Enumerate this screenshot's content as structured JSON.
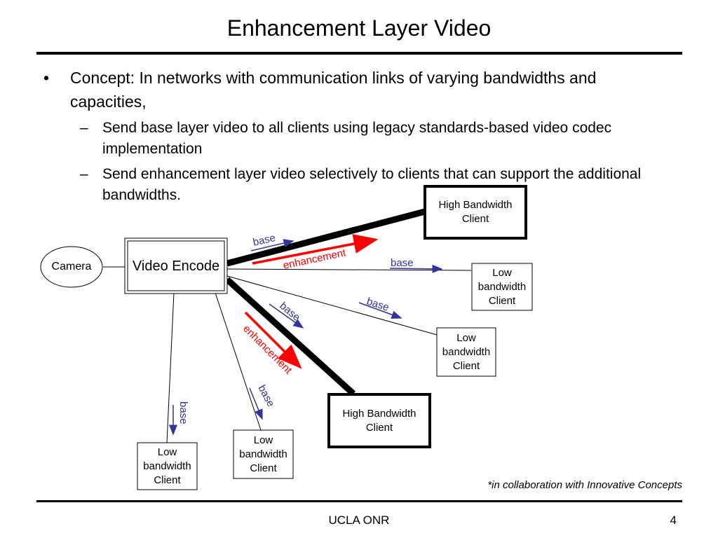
{
  "slide": {
    "title": "Enhancement Layer Video",
    "bullet": "Concept: In networks with communication links of varying bandwidths and capacities,",
    "subbullets": [
      "Send base layer video to all clients using legacy standards-based video codec implementation",
      "Send enhancement layer video selectively to clients that can support the additional bandwidths."
    ],
    "bullet_glyph": "•",
    "dash_glyph": "–",
    "note": "*in collaboration with Innovative Concepts",
    "footer_text": "UCLA ONR",
    "page_number": "4"
  },
  "diagram": {
    "camera": "Camera",
    "encoder": "Video Encode",
    "high_client_1": "High Bandwidth Client",
    "high_client_2": "High Bandwidth Client",
    "low_client_1": "Low bandwidth Client",
    "low_client_2": "Low bandwidth Client",
    "low_client_3": "Low bandwidth Client",
    "low_client_4": "Low bandwidth Client",
    "label_base": "base",
    "label_enhancement": "enhancement",
    "colors": {
      "base": "#333399",
      "enhancement": "#ff0000",
      "line": "#000000"
    }
  }
}
